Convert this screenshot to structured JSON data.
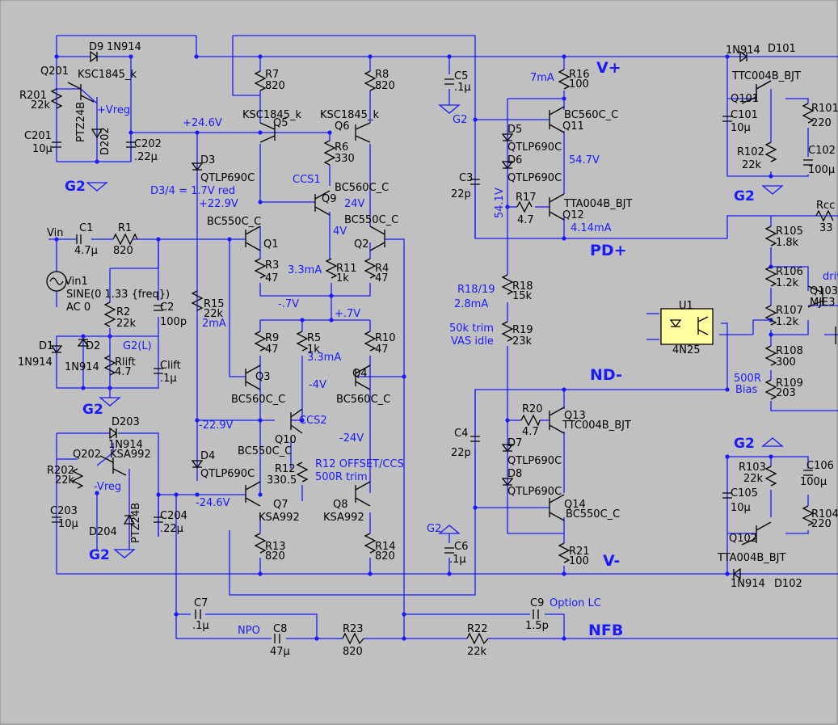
{
  "nets": {
    "vplus": "V+",
    "vminus": "V-",
    "pdplus": "PD+",
    "ndminus": "ND-",
    "nfb": "NFB",
    "vin": "Vin",
    "g2": "G2",
    "g2l": "G2(L)"
  },
  "annotations": [
    "+24.6V",
    "+22.9V",
    "-22.9V",
    "-24.6V",
    "D3/4 = 1.7V red",
    "CCS1",
    "CCS2",
    "24V",
    "4V",
    "-4V",
    "-24V",
    "3.3mA",
    "3.3mA",
    "-.7V",
    "+.7V",
    "2mA",
    "+Vreg",
    "-Vreg",
    "7mA",
    "54.7V",
    "54.1V",
    "4.14mA",
    "R18/19",
    "2.8mA",
    "50k trim",
    "VAS idle",
    "R12 OFFSET/CCS",
    "500R trim",
    "500R",
    "Bias",
    "NPO",
    "Option LC",
    "driv"
  ],
  "components": [
    {
      "ref": "D9",
      "value": "1N914"
    },
    {
      "ref": "Q201",
      "value": "KSC1845_k"
    },
    {
      "ref": "R201",
      "value": "22k"
    },
    {
      "ref": "C201",
      "value": "10µ"
    },
    {
      "ref": "D202",
      "value": "PTZ24B"
    },
    {
      "ref": "C202",
      "value": ".22µ"
    },
    {
      "ref": "R7",
      "value": "820"
    },
    {
      "ref": "R8",
      "value": "820"
    },
    {
      "ref": "Q5",
      "value": "KSC1845_k"
    },
    {
      "ref": "Q6",
      "value": "KSC1845_k"
    },
    {
      "ref": "R6",
      "value": "330"
    },
    {
      "ref": "D3",
      "value": "QTLP690C"
    },
    {
      "ref": "Q9",
      "value": "BC560C_C"
    },
    {
      "ref": "Q1",
      "value": "BC550C_C"
    },
    {
      "ref": "Q2",
      "value": "BC550C_C"
    },
    {
      "ref": "R3",
      "value": "47"
    },
    {
      "ref": "R4",
      "value": "47"
    },
    {
      "ref": "R11",
      "value": "1k"
    },
    {
      "ref": "C5",
      "value": ".1µ"
    },
    {
      "ref": "C3",
      "value": "22p"
    },
    {
      "ref": "R16",
      "value": "100"
    },
    {
      "ref": "Q11",
      "value": "BC560C_C"
    },
    {
      "ref": "D5",
      "value": "QTLP690C"
    },
    {
      "ref": "D6",
      "value": "QTLP690C"
    },
    {
      "ref": "R17",
      "value": "4.7"
    },
    {
      "ref": "Q12",
      "value": "TTA004B_BJT"
    },
    {
      "ref": "D101",
      "value": "1N914"
    },
    {
      "ref": "Q101",
      "value": "TTC004B_BJT"
    },
    {
      "ref": "C101",
      "value": "10µ"
    },
    {
      "ref": "R101",
      "value": "220"
    },
    {
      "ref": "R102",
      "value": "22k"
    },
    {
      "ref": "C102",
      "value": "100µ"
    },
    {
      "ref": "Rcc",
      "value": "33"
    },
    {
      "ref": "R105",
      "value": "1.8k"
    },
    {
      "ref": "R106",
      "value": "1.2k"
    },
    {
      "ref": "R107",
      "value": "1.2k"
    },
    {
      "ref": "R108",
      "value": "300"
    },
    {
      "ref": "R109",
      "value": "203"
    },
    {
      "ref": "Q103",
      "value": "MJE3"
    },
    {
      "ref": "U1",
      "value": "4N25"
    },
    {
      "ref": "C1",
      "value": "4.7µ"
    },
    {
      "ref": "R1",
      "value": "820"
    },
    {
      "ref": "Vin1",
      "value": "SINE(0 1.33 {freq})"
    },
    {
      "ref": "Vin1_ac",
      "value": "AC 0"
    },
    {
      "ref": "R2",
      "value": "22k"
    },
    {
      "ref": "C2",
      "value": "100p"
    },
    {
      "ref": "R15",
      "value": "22k"
    },
    {
      "ref": "D1",
      "value": "1N914"
    },
    {
      "ref": "D2",
      "value": "1N914"
    },
    {
      "ref": "Rlift",
      "value": "4.7"
    },
    {
      "ref": "Clift",
      "value": ".1µ"
    },
    {
      "ref": "R9",
      "value": "47"
    },
    {
      "ref": "R5",
      "value": "1k"
    },
    {
      "ref": "R10",
      "value": "47"
    },
    {
      "ref": "Q3",
      "value": "BC560C_C"
    },
    {
      "ref": "Q4",
      "value": "BC560C_C"
    },
    {
      "ref": "R18",
      "value": "15k"
    },
    {
      "ref": "R19",
      "value": "23k"
    },
    {
      "ref": "D203",
      "value": "1N914"
    },
    {
      "ref": "Q202",
      "value": "KSA992"
    },
    {
      "ref": "R202",
      "value": "22k"
    },
    {
      "ref": "C203",
      "value": "10µ"
    },
    {
      "ref": "D204",
      "value": "PTZ24B"
    },
    {
      "ref": "C204",
      "value": ".22µ"
    },
    {
      "ref": "Q10",
      "value": "BC550C_C"
    },
    {
      "ref": "D4",
      "value": "QTLP690C"
    },
    {
      "ref": "R12",
      "value": "330.5"
    },
    {
      "ref": "Q7",
      "value": "KSA992"
    },
    {
      "ref": "Q8",
      "value": "KSA992"
    },
    {
      "ref": "R13",
      "value": "820"
    },
    {
      "ref": "R14",
      "value": "820"
    },
    {
      "ref": "C4",
      "value": "22p"
    },
    {
      "ref": "R20",
      "value": "4.7"
    },
    {
      "ref": "Q13",
      "value": "TTC004B_BJT"
    },
    {
      "ref": "D7",
      "value": "QTLP690C"
    },
    {
      "ref": "D8",
      "value": "QTLP690C"
    },
    {
      "ref": "Q14",
      "value": "BC550C_C"
    },
    {
      "ref": "R21",
      "value": "100"
    },
    {
      "ref": "C6",
      "value": ".1µ"
    },
    {
      "ref": "R103",
      "value": "22k"
    },
    {
      "ref": "C106",
      "value": "100µ"
    },
    {
      "ref": "C105",
      "value": "10µ"
    },
    {
      "ref": "R104",
      "value": "220"
    },
    {
      "ref": "Q102",
      "value": "TTA004B_BJT"
    },
    {
      "ref": "D102",
      "value": "1N914"
    },
    {
      "ref": "C7",
      "value": ".1µ"
    },
    {
      "ref": "C8",
      "value": "47µ"
    },
    {
      "ref": "R23",
      "value": "820"
    },
    {
      "ref": "R22",
      "value": "22k"
    },
    {
      "ref": "C9",
      "value": "1.5p"
    }
  ]
}
